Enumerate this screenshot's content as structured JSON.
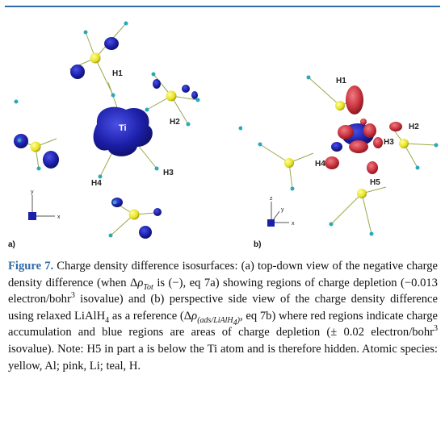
{
  "figure": {
    "panel_a": {
      "tag": "a)",
      "atom_labels": {
        "ti": "Ti",
        "h1": "H1",
        "h2": "H2",
        "h3": "H3",
        "h4": "H4"
      },
      "axes": {
        "y": "y",
        "x": "x"
      }
    },
    "panel_b": {
      "tag": "b)",
      "atom_labels": {
        "h1": "H1",
        "h2": "H2",
        "h3": "H3",
        "h4": "H4",
        "h5": "H5"
      },
      "axes": {
        "z": "z",
        "y": "y",
        "x": "x"
      }
    },
    "colors": {
      "accent": "#2e6aa6",
      "accumulation": "#1c1fa8",
      "depletion": "#c8323d",
      "aluminum": "#e6e01e",
      "hydrogen": "#2aa8b8"
    }
  },
  "caption": {
    "label": "Figure 7.",
    "t1": " Charge density difference isosurfaces: (a) top-down view of the negative charge density difference (when ",
    "delta": "Δ",
    "rho": "ρ",
    "tot": "Tot",
    "t2": " is (−), eq 7a) showing regions of charge depletion (−0.013 electron/bohr",
    "exp1": "3",
    "t3": " isovalue) and (b) perspective side view of the charge density difference using relaxed LiAlH",
    "sub4": "4",
    "t4": " as a reference (",
    "delta2": "Δ",
    "rho2": "ρ",
    "ads": "(ads/LiAlH",
    "ads4": "4",
    "ads_close": ")",
    "t5": ", eq 7b) where red regions indicate charge accumulation and blue regions are areas of charge depletion (± 0.02 electron/bohr",
    "exp2": "3",
    "t6": " isovalue). Note: H5 in part a is below the Ti atom and is therefore hidden. Atomic species: yellow, Al; pink, Li; teal, H."
  }
}
